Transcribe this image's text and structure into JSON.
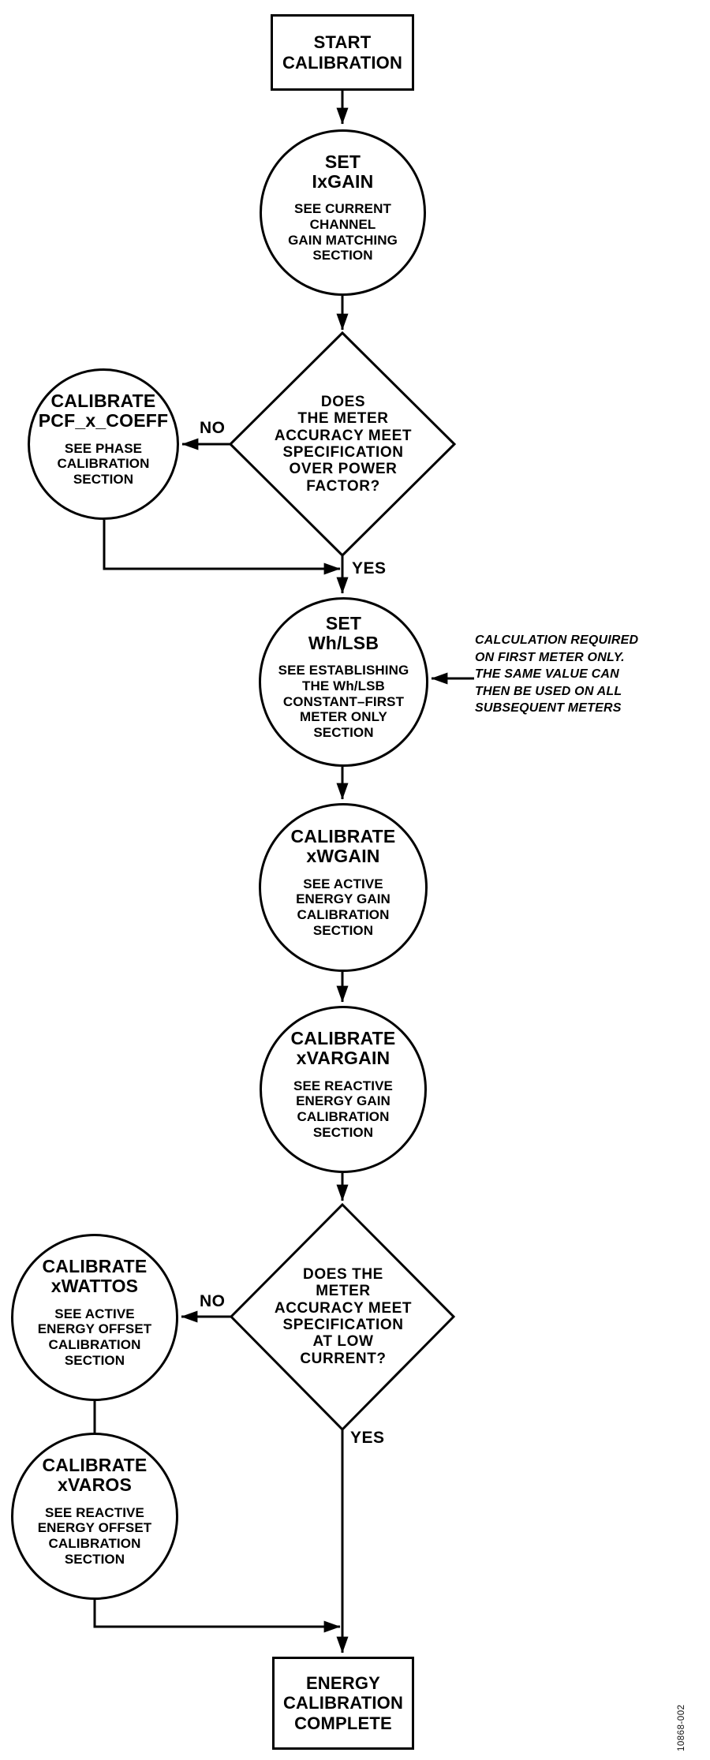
{
  "colors": {
    "line": "#000000",
    "background": "#ffffff",
    "text": "#000000"
  },
  "figure_number": "10868-002",
  "nodes": {
    "start": {
      "label": "START\nCALIBRATION"
    },
    "set_ixgain": {
      "title": "SET\nIxGAIN",
      "note": "SEE CURRENT\nCHANNEL\nGAIN MATCHING\nSECTION"
    },
    "decision_power_factor": {
      "question": "DOES\nTHE METER\nACCURACY MEET\nSPECIFICATION\nOVER POWER\nFACTOR?",
      "no_label": "NO",
      "yes_label": "YES"
    },
    "calibrate_pcf": {
      "title": "CALIBRATE\nPCF_x_COEFF",
      "note": "SEE PHASE\nCALIBRATION\nSECTION"
    },
    "set_wh_lsb": {
      "title": "SET\nWh/LSB",
      "note": "SEE ESTABLISHING\nTHE Wh/LSB\nCONSTANT–FIRST\nMETER ONLY\nSECTION"
    },
    "calibrate_xwgain": {
      "title": "CALIBRATE\nxWGAIN",
      "note": "SEE ACTIVE\nENERGY GAIN\nCALIBRATION\nSECTION"
    },
    "calibrate_xvargain": {
      "title": "CALIBRATE\nxVARGAIN",
      "note": "SEE REACTIVE\nENERGY GAIN\nCALIBRATION\nSECTION"
    },
    "decision_low_current": {
      "question": "DOES THE\nMETER\nACCURACY MEET\nSPECIFICATION\nAT LOW\nCURRENT?",
      "no_label": "NO",
      "yes_label": "YES"
    },
    "calibrate_xwattos": {
      "title": "CALIBRATE\nxWATTOS",
      "note": "SEE ACTIVE\nENERGY OFFSET\nCALIBRATION\nSECTION"
    },
    "calibrate_xvaros": {
      "title": "CALIBRATE\nxVAROS",
      "note": "SEE REACTIVE\nENERGY OFFSET\nCALIBRATION\nSECTION"
    },
    "complete": {
      "label": "ENERGY\nCALIBRATION\nCOMPLETE"
    }
  },
  "annotation": {
    "text": "CALCULATION REQUIRED\nON FIRST METER ONLY.\nTHE SAME VALUE CAN\nTHEN BE USED ON ALL\nSUBSEQUENT METERS"
  }
}
